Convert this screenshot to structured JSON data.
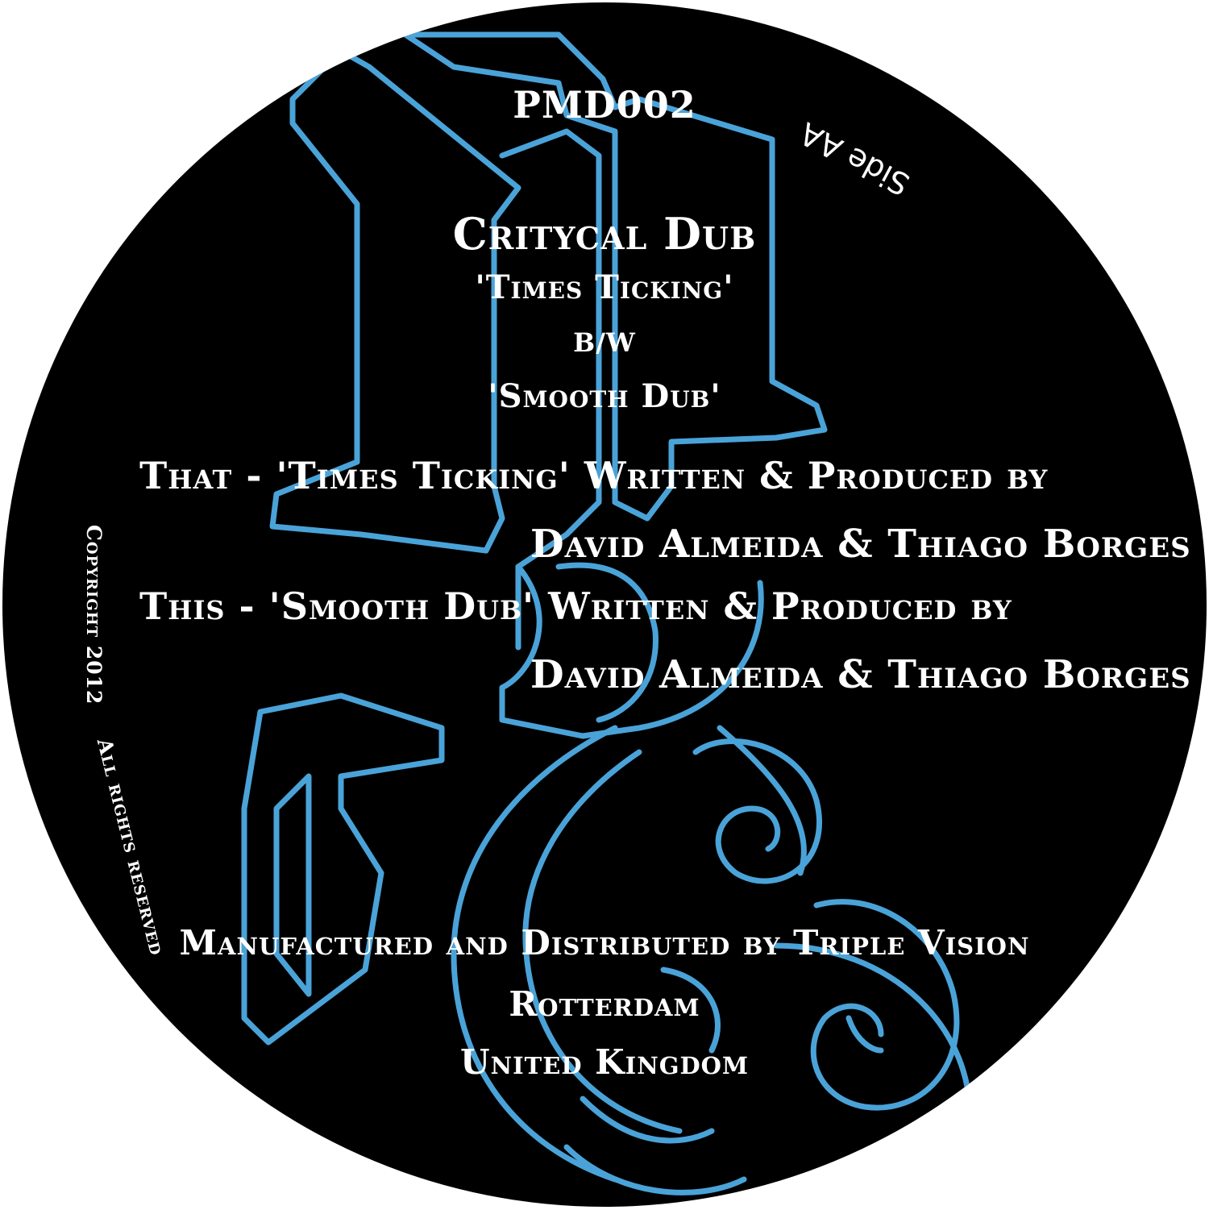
{
  "label": {
    "catalog_number": "PMD002",
    "artist": "Critycal Dub",
    "title_a": "'Times Ticking'",
    "bw": "B/W",
    "title_b": "'Smooth Dub'",
    "credits": [
      "That - 'Times Ticking' Written & Produced by",
      "David Almeida & Thiago Borges",
      "This - 'Smooth Dub' Written & Produced by",
      "David Almeida & Thiago Borges"
    ],
    "side": "Side AA",
    "copyright": "Copyright 2012",
    "rights": "All rights reserved",
    "manufacturer": "Manufactured and Distributed by Triple Vision",
    "city": "Rotterdam",
    "country": "United Kingdom"
  },
  "colors": {
    "background": "#000000",
    "logo_outline": "#4aa3d8",
    "text": "#ffffff"
  },
  "icons": {
    "logo": "monogram-logo-icon"
  }
}
